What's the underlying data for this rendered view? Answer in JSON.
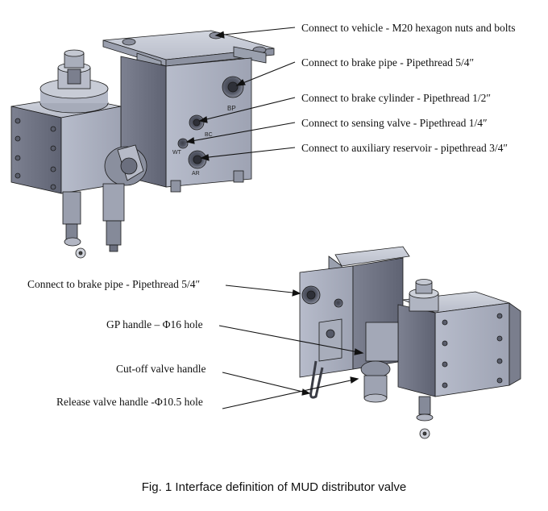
{
  "colors": {
    "metal_light": "#c3c7d2",
    "metal_mid": "#a2a7b6",
    "metal_dark": "#6f7383",
    "metal_darker": "#4a4d5a",
    "line": "#1a1a1a",
    "text": "#111111"
  },
  "top_assembly": {
    "port_marks": [
      "BP",
      "BC",
      "WT",
      "AR"
    ],
    "callouts": [
      "Connect to vehicle - M20 hexagon nuts and bolts",
      "Connect to brake pipe - Pipethread 5/4″",
      "Connect to brake cylinder - Pipethread 1/2″",
      "Connect to sensing valve - Pipethread 1/4″",
      "Connect to auxiliary reservoir - pipethread 3/4″"
    ]
  },
  "bottom_assembly": {
    "callouts": [
      "Connect to brake pipe - Pipethread 5/4″",
      "GP handle – Φ16 hole",
      "Cut-off valve handle",
      "Release valve handle -Φ10.5 hole"
    ]
  },
  "caption": "Fig. 1 Interface definition of MUD distributor valve"
}
